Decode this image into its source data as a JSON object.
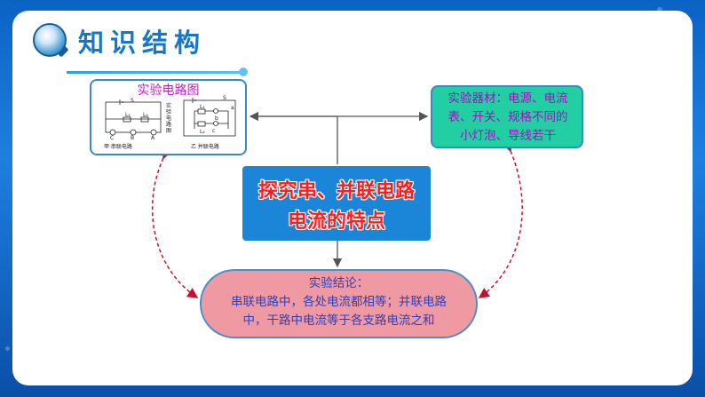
{
  "header": {
    "title": "知识结构"
  },
  "circuit_box": {
    "title": "实验电路图",
    "left_caption": "甲  串联电路",
    "right_caption": "乙  并联电路",
    "middle_text": [
      "实",
      "验",
      "电",
      "路",
      "图"
    ],
    "labels": {
      "S": "S",
      "L1": "L₁",
      "L2": "L₂",
      "C": "C",
      "B": "B",
      "A": "A",
      "a": "a",
      "b": "b",
      "c": "c"
    }
  },
  "materials_box": {
    "lines": [
      "实验器材：电源、电流",
      "表、开关、规格不同的",
      "小灯泡、导线若干"
    ]
  },
  "center_box": {
    "line1": "探究串、并联电路",
    "line2": "电流的特点"
  },
  "conclusion_box": {
    "label": "实验结论：",
    "line1": "串联电路中，各处电流都相等；并联电路",
    "line2": "中，干路中电流等于各支路电流之和"
  },
  "colors": {
    "background": "#1e7fe0",
    "title": "#1677c9",
    "materials_bg": "#21cfa3",
    "center_bg": "#1b86d8",
    "center_text": "#ff1c1c",
    "conclusion_bg": "#ef9aa2",
    "conclusion_text": "#2c3fc0",
    "connector": "#c8102e"
  }
}
